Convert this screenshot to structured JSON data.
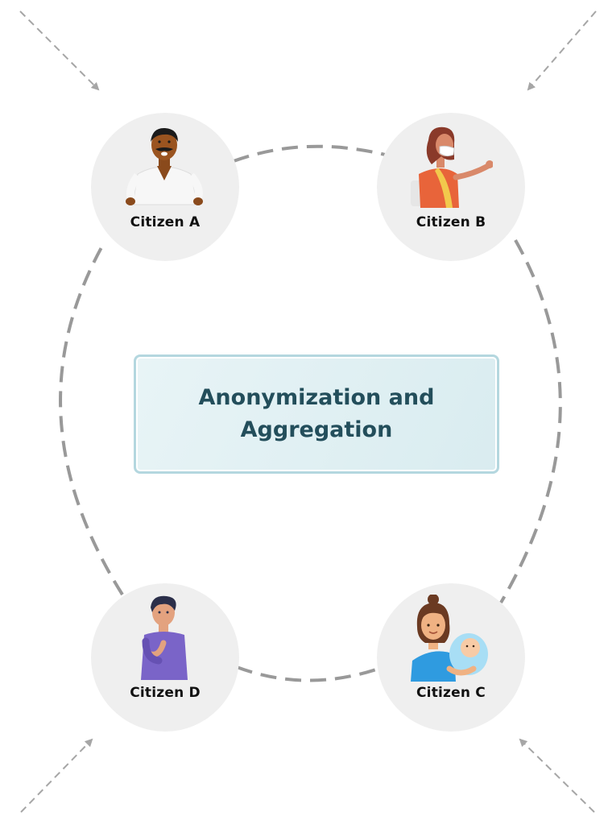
{
  "center": {
    "title": "Anonymization and Aggregation"
  },
  "citizens": [
    {
      "label": "Citizen A",
      "avatar": "man-mustache-icon"
    },
    {
      "label": "Citizen B",
      "avatar": "woman-mask-icon"
    },
    {
      "label": "Citizen C",
      "avatar": "mother-baby-icon"
    },
    {
      "label": "Citizen D",
      "avatar": "man-thinking-icon"
    }
  ],
  "colors": {
    "dash_ring": "#999999",
    "arrow": "#a6a6a6",
    "node_bg": "#efefef",
    "box_border": "#b4d7df",
    "box_fill": "#dbedf1",
    "title_text": "#234e5b"
  }
}
